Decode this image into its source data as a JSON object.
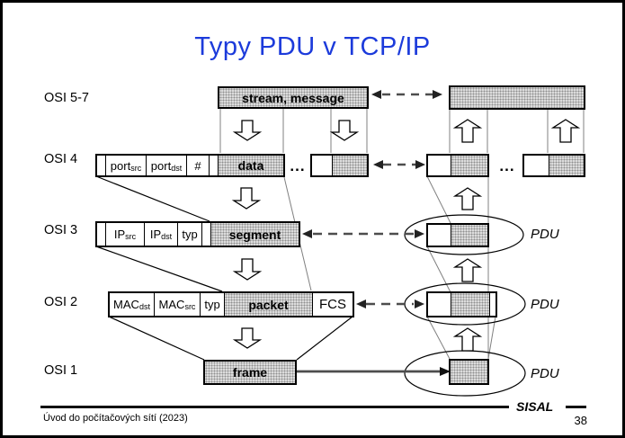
{
  "title": "Typy PDU v TCP/IP",
  "osi_labels": {
    "l57": "OSI 5-7",
    "l4": "OSI 4",
    "l3": "OSI 3",
    "l2": "OSI 2",
    "l1": "OSI 1"
  },
  "stream_box_label": "stream, message",
  "ellipsis": "...",
  "osi4_row": {
    "header_cells": [
      {
        "base": "port",
        "sub": "src"
      },
      {
        "base": "port",
        "sub": "dst"
      },
      {
        "base": "#",
        "sub": ""
      }
    ],
    "payload_label": "data"
  },
  "osi3_row": {
    "header_cells": [
      {
        "base": "IP",
        "sub": "src"
      },
      {
        "base": "IP",
        "sub": "dst"
      },
      {
        "base": "typ",
        "sub": ""
      }
    ],
    "payload_label": "segment"
  },
  "osi2_row": {
    "header_cells": [
      {
        "base": "MAC",
        "sub": "dst"
      },
      {
        "base": "MAC",
        "sub": "src"
      },
      {
        "base": "typ",
        "sub": ""
      }
    ],
    "payload_label": "packet",
    "trailer_label": "FCS"
  },
  "osi1_row": {
    "payload_label": "frame"
  },
  "pdu_label": "PDU",
  "footer": {
    "course": "Úvod do počítačových sítí (2023)",
    "brand": "SISAL",
    "page": "38"
  },
  "colors": {
    "title_blue": "#1c3bdb",
    "arrow_gray": "#4d4d4d",
    "thin_line_gray": "#808080",
    "hatch_gray": "#dcdcdc"
  }
}
